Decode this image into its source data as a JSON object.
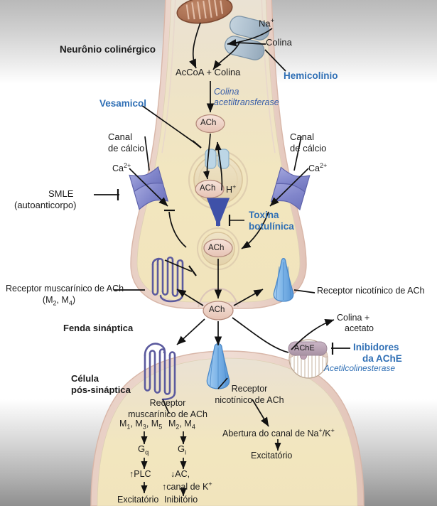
{
  "diagram": {
    "title": "Neurotransmissao colinergica",
    "colors": {
      "axon_fill": "#f0e3c2",
      "axon_membrane": "#e3c9be",
      "vesicle_fill": "#e6d7b4",
      "ach_fill": "#f0d8cf",
      "ach_stroke": "#b58b7c",
      "calcium_channel": "#8b8fd0",
      "nicotinic_receptor": "#7cb2e8",
      "muscarinic_receptor": "#5b5a9e",
      "transporter": "#aec4d4",
      "mitochondrion": "#a66a4f",
      "ache_pill": "#b9a3b5",
      "drug_blue": "#2f6fb5",
      "arrow_black": "#111111",
      "toxin_arrow": "#3f51a8"
    }
  },
  "labels": {
    "neuron": "Neurônio colinérgico",
    "na_ion": "Na",
    "na_charge": "+",
    "choline_in": "Colina",
    "hemicholinium": "Hemicolínio",
    "accoa_choline": "AcCoA + Colina",
    "chat_line1": "Colina",
    "chat_line2": "acetiltransferase",
    "ach": "ACh",
    "vesamicol": "Vesamicol",
    "calcium_channel_left_l1": "Canal",
    "calcium_channel_left_l2": "de cálcio",
    "calcium_channel_right_l1": "Canal",
    "calcium_channel_right_l2": "de cálcio",
    "ca_ion_left": "Ca",
    "ca_ion_right": "Ca",
    "ca_charge": "2+",
    "smle_l1": "SMLE",
    "smle_l2": "(autoanticorpo)",
    "proton": "H",
    "proton_charge": "+",
    "botulinum_l1": "Toxina",
    "botulinum_l2": "botulínica",
    "muscarinic_pre_l1": "Receptor muscarínico de ACh",
    "muscarinic_pre_l2_pre": "(M",
    "muscarinic_pre_m2": "2",
    "muscarinic_pre_mid": ", M",
    "muscarinic_pre_m4": "4",
    "muscarinic_pre_l2_post": ")",
    "nicotinic_pre": "Receptor nicotínico de ACh",
    "synaptic_cleft": "Fenda sináptica",
    "choline_acetate_l1": "Colina +",
    "choline_acetate_l2": "acetato",
    "ache": "AChE",
    "ache_inhibitors_l1": "Inibidores",
    "ache_inhibitors_l2": "da AChE",
    "acetylcholinesterase": "Acetilcolinesterase",
    "postsynaptic_l1": "Célula",
    "postsynaptic_l2": "pós-sináptica",
    "musc_post_l1": "Receptor",
    "musc_post_l2": "muscarínico de ACh",
    "nic_post_l1": "Receptor",
    "nic_post_l2": "nicotínico de ACh",
    "m135": "M",
    "m135_subs": [
      "1",
      "3",
      "5"
    ],
    "m135_full": "M1, M3, M5",
    "m24_full": "M2, M4",
    "gq": "G",
    "gq_sub": "q",
    "gi": "G",
    "gi_sub": "i",
    "plc": "PLC",
    "plc_arrow": "↑",
    "ac": "AC,",
    "ac_arrow": "↓",
    "k_channel": "canal de K",
    "k_channel_arrow": "↑",
    "k_charge": "+",
    "na_k_opening": "Abertura do canal de Na",
    "na_k_opening_mid": "/K",
    "excitatory_nic": "Excitatório",
    "excitatory_musc": "Excitatório",
    "inhibitory": "Inibitório"
  }
}
